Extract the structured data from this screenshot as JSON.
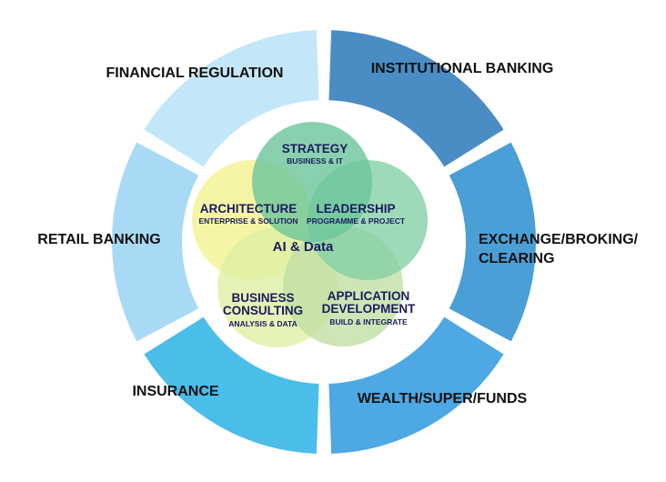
{
  "segments": [
    {
      "id": "institutional-banking",
      "lines": [
        "INSTITUTIONAL BANKING"
      ],
      "color": "#4a8dc4"
    },
    {
      "id": "exchange-broking-clearing",
      "lines": [
        "EXCHANGE/BROKING/",
        "CLEARING"
      ],
      "color": "#4a9fd6"
    },
    {
      "id": "wealth-super-funds",
      "lines": [
        "WEALTH/SUPER/FUNDS"
      ],
      "color": "#4da8e3"
    },
    {
      "id": "insurance",
      "lines": [
        "INSURANCE"
      ],
      "color": "#4bbde9"
    },
    {
      "id": "retail-banking",
      "lines": [
        "RETAIL BANKING"
      ],
      "color": "#a9daf5"
    },
    {
      "id": "financial-regulation",
      "lines": [
        "FINANCIAL REGULATION"
      ],
      "color": "#c4e6f9"
    }
  ],
  "circles": [
    {
      "id": "strategy",
      "title": [
        "STRATEGY"
      ],
      "sub": "BUSINESS & IT",
      "color": "#6cc59a"
    },
    {
      "id": "leadership",
      "title": [
        "LEADERSHIP"
      ],
      "sub": "PROGRAMME & PROJECT",
      "color": "#86d0a6"
    },
    {
      "id": "application-development",
      "title": [
        "APPLICATION",
        "DEVELOPMENT"
      ],
      "sub": "BUILD & INTEGRATE",
      "color": "#bfe0a2"
    },
    {
      "id": "business-consulting",
      "title": [
        "BUSINESS",
        "CONSULTING"
      ],
      "sub": "ANALYSIS & DATA",
      "color": "#dff0a4"
    },
    {
      "id": "architecture",
      "title": [
        "ARCHITECTURE"
      ],
      "sub": "ENTERPRISE & SOLUTION",
      "color": "#f4f38e"
    }
  ],
  "center": {
    "label": "AI & Data"
  }
}
